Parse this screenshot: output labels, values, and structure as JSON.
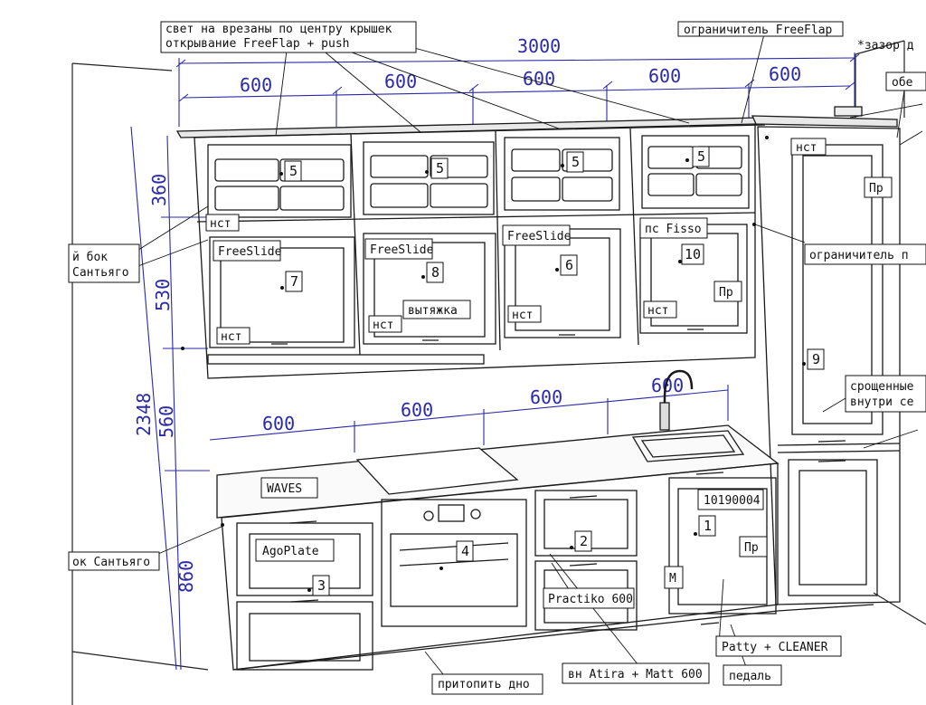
{
  "dimensions": {
    "total_width": "3000",
    "top_modules": [
      "600",
      "600",
      "600",
      "600",
      "600"
    ],
    "worktop_modules": [
      "600",
      "600",
      "600",
      "600"
    ],
    "total_height": "2348",
    "upper_height": "360",
    "middle_height": "530",
    "backsplash_height": "560",
    "base_height": "860"
  },
  "notes": {
    "top_note_line1": "свет на врезаны по центру крышек",
    "top_note_line2": "открывание FreeFlap + push",
    "limiter_freeflap": "ограничитель FreeFlap",
    "gap_note": "*зазор д",
    "both_sides": "обе",
    "side_left_1": "й бок",
    "side_left_2": "Сантьяго",
    "limiter_right": "ограничитель п",
    "stitched_1": "срощенные",
    "stitched_2": "внутри се",
    "side_bottom_left": "ок Сантьяго",
    "bottom_note": "притопить дно",
    "oven_line": "вн Atira + Matt 600",
    "pedal": "педаль",
    "patty": "Patty + CLEANER"
  },
  "labels": {
    "nst": "нст",
    "pr": "Пр",
    "freeslide": "FreeSlide",
    "ps_fisso": "пс Fisso",
    "hood": "вытяжка",
    "waves": "WAVES",
    "agoplate": "AgoPlate",
    "practiko": "Practiko 600",
    "article": "10190004",
    "m": "М"
  },
  "callouts": {
    "n1": "1",
    "n2": "2",
    "n3": "3",
    "n4": "4",
    "n5": "5",
    "n6": "6",
    "n7": "7",
    "n8": "8",
    "n9": "9",
    "n10": "10"
  },
  "colors": {
    "line": "#1a1a1a",
    "dimension": "#2a2aa8",
    "background": "#ffffff"
  }
}
